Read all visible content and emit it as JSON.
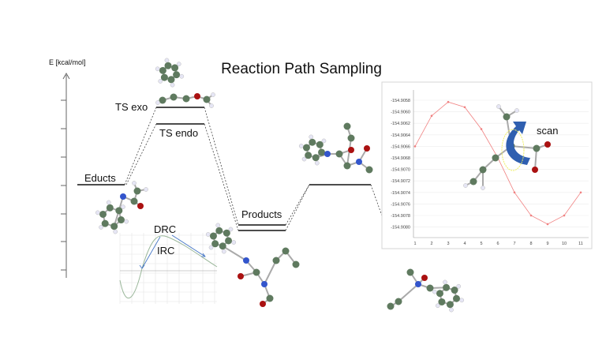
{
  "title": "Reaction Path Sampling",
  "axis_label": "E [kcal/mol]",
  "levels": {
    "educts": "Educts",
    "ts_exo": "TS exo",
    "ts_endo": "TS endo",
    "products": "Products"
  },
  "irc_inset": {
    "drc_label": "DRC",
    "irc_label": "IRC"
  },
  "colors": {
    "carbon": "#5f7a5f",
    "nitrogen": "#3355cc",
    "oxygen": "#aa1111",
    "hydrogen": "#e6e6f5",
    "scan_arrow": "#2f5fb0",
    "scan_curve": "#f08080"
  },
  "chart_data": {
    "type": "line",
    "annotation": "scan",
    "x": [
      1,
      2,
      3,
      4,
      5,
      6,
      7,
      8,
      9,
      10,
      11
    ],
    "values": [
      -154.9066,
      -154.90607,
      -154.90583,
      -154.90592,
      -154.9063,
      -154.9068,
      -154.9074,
      -154.9078,
      -154.90795,
      -154.9078,
      -154.9074
    ],
    "yticks": [
      "-154.9058",
      "-154.9060",
      "-154.9062",
      "-154.9064",
      "-154.9066",
      "-154.9068",
      "-154.9070",
      "-154.9072",
      "-154.9074",
      "-154.9076",
      "-154.9078",
      "-154.9080"
    ],
    "xticks": [
      "1",
      "2",
      "3",
      "4",
      "5",
      "6",
      "7",
      "8",
      "9",
      "10",
      "11"
    ],
    "ylim": [
      -154.9081,
      -154.9057
    ],
    "xlim": [
      1,
      11
    ],
    "grid": true
  }
}
